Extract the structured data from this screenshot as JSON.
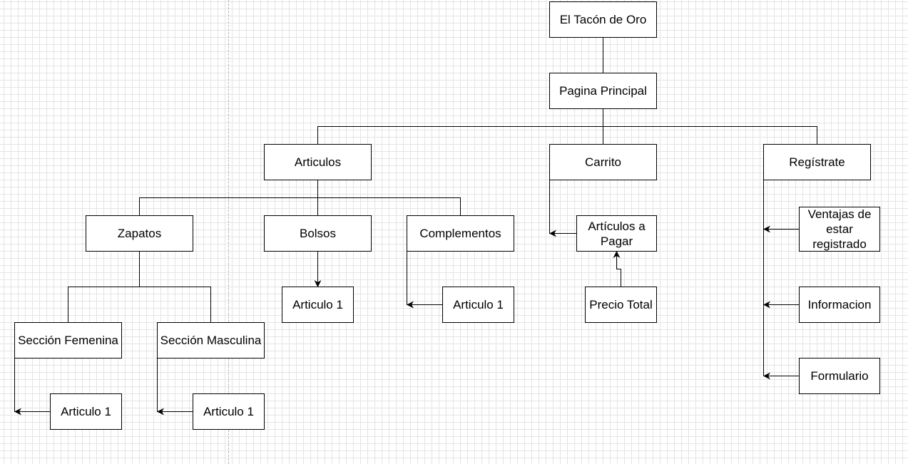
{
  "diagram": {
    "nodes": {
      "root": "El Tacón de Oro",
      "home": "Pagina Principal",
      "articulos": "Articulos",
      "carrito": "Carrito",
      "registrate": "Regístrate",
      "zapatos": "Zapatos",
      "bolsos": "Bolsos",
      "complementos": "Complementos",
      "articulos_a_pagar": "Artículos a Pagar",
      "ventajas": "Ventajas de estar registrado",
      "bolsos_articulo_1": "Articulo 1",
      "complementos_articulo_1": "Articulo 1",
      "precio_total": "Precio Total",
      "informacion": "Informacion",
      "seccion_femenina": "Sección Femenina",
      "seccion_masculina": "Sección Masculina",
      "formulario": "Formulario",
      "femenina_articulo_1": "Articulo 1",
      "masculina_articulo_1": "Articulo 1"
    },
    "edges": [
      {
        "from": "root",
        "to": "home",
        "arrow": false
      },
      {
        "from": "home",
        "to": "articulos",
        "arrow": false
      },
      {
        "from": "home",
        "to": "carrito",
        "arrow": false
      },
      {
        "from": "home",
        "to": "registrate",
        "arrow": false
      },
      {
        "from": "articulos",
        "to": "zapatos",
        "arrow": false
      },
      {
        "from": "articulos",
        "to": "bolsos",
        "arrow": false
      },
      {
        "from": "articulos",
        "to": "complementos",
        "arrow": false
      },
      {
        "from": "zapatos",
        "to": "seccion_femenina",
        "arrow": false
      },
      {
        "from": "zapatos",
        "to": "seccion_masculina",
        "arrow": false
      },
      {
        "from": "bolsos",
        "to": "bolsos_articulo_1",
        "arrow": true
      },
      {
        "from": "complementos_articulo_1",
        "to": "complementos",
        "arrow": true
      },
      {
        "from": "articulos_a_pagar",
        "to": "carrito",
        "arrow": true
      },
      {
        "from": "precio_total",
        "to": "articulos_a_pagar",
        "arrow": true
      },
      {
        "from": "ventajas",
        "to": "registrate",
        "arrow": true
      },
      {
        "from": "informacion",
        "to": "registrate",
        "arrow": true
      },
      {
        "from": "formulario",
        "to": "registrate",
        "arrow": true
      },
      {
        "from": "femenina_articulo_1",
        "to": "seccion_femenina",
        "arrow": true
      },
      {
        "from": "masculina_articulo_1",
        "to": "seccion_masculina",
        "arrow": true
      }
    ]
  },
  "colors": {
    "grid_line": "#e4e4e4",
    "stroke": "#000000",
    "node_fill": "#ffffff",
    "page_divider": "#b5b5b5"
  }
}
